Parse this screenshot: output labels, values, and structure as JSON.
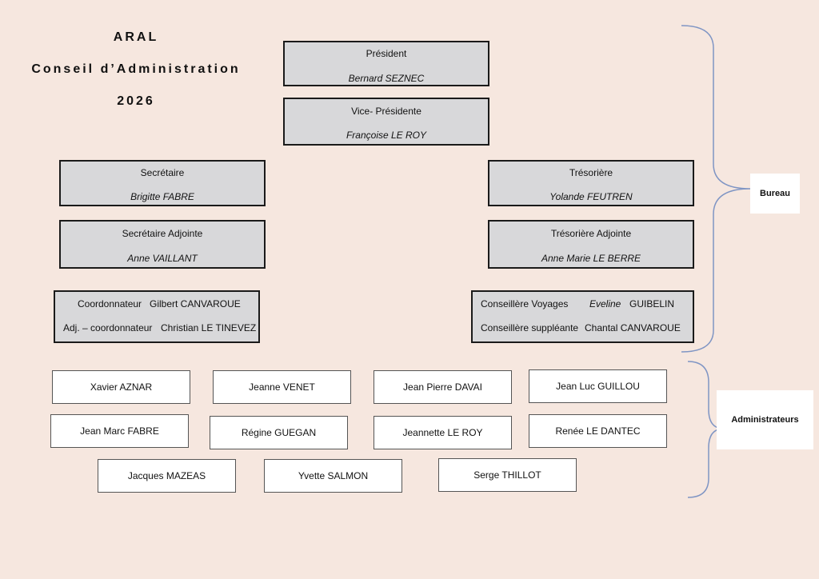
{
  "header": {
    "line1": "ARAL",
    "line2": "Conseil d’Administration",
    "line3": "2026"
  },
  "bureau": {
    "president": {
      "role": "Président",
      "name": "Bernard SEZNEC"
    },
    "vice_president": {
      "role": "Vice- Présidente",
      "name": "Françoise LE ROY"
    },
    "secretaire": {
      "role": "Secrétaire",
      "name": "Brigitte FABRE"
    },
    "tresoriere": {
      "role": "Trésorière",
      "name": "Yolande FEUTREN"
    },
    "secretaire_adjointe": {
      "role": "Secrétaire Adjointe",
      "name": "Anne VAILLANT"
    },
    "tresoriere_adjointe": {
      "role": "Trésorière Adjointe",
      "name": "Anne Marie LE BERRE"
    },
    "coordination": {
      "role1": "Coordonnateur",
      "name1": "Gilbert CANVAROUE",
      "role2": "Adj. – coordonnateur",
      "name2": "Christian LE TINEVEZ"
    },
    "conseil": {
      "role1": "Conseillère Voyages",
      "name1_italic": "Eveline",
      "name1_rest": "GUIBELIN",
      "role2": "Conseillère suppléante",
      "name2": "Chantal CANVAROUE"
    }
  },
  "administrateurs": [
    "Xavier AZNAR",
    "Jeanne VENET",
    "Jean Pierre DAVAI",
    "Jean Luc GUILLOU",
    "Jean Marc FABRE",
    "Régine GUEGAN",
    "Jeannette LE ROY",
    "Renée LE DANTEC",
    "Jacques MAZEAS",
    "Yvette SALMON",
    "Serge THILLOT"
  ],
  "labels": {
    "bureau": "Bureau",
    "administrateurs": "Administrateurs"
  },
  "colors": {
    "background": "#f6e7df",
    "box_fill": "#d8d8da",
    "brace": "#7f95c4"
  }
}
